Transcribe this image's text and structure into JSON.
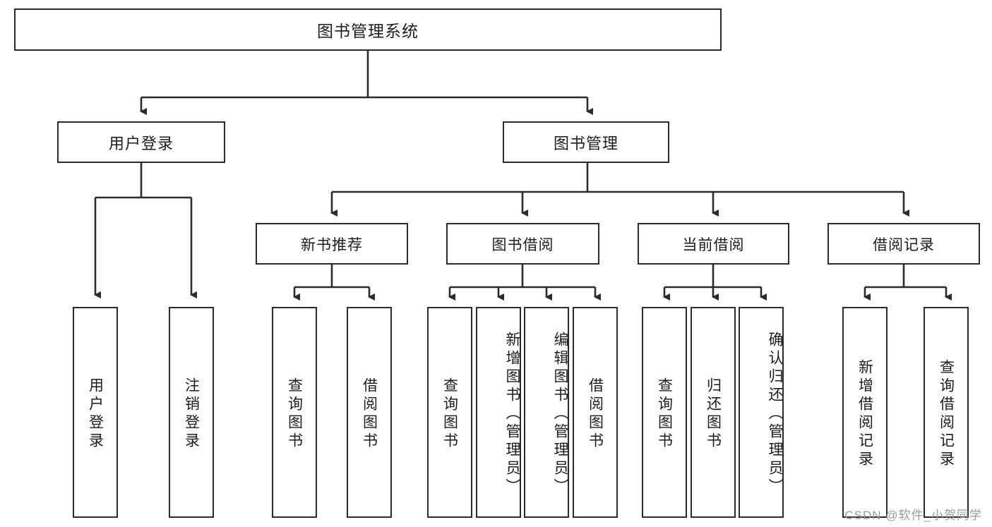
{
  "diagram": {
    "type": "tree",
    "title": "图书管理系统",
    "watermark": "CSDN @软件_小贺同学",
    "colors": {
      "box_border": "#2b2b2b",
      "box_fill": "#ffffff",
      "connector": "#2b2b2b",
      "background": "#ffffff",
      "watermark": "#9a9a9a"
    },
    "levels": {
      "level1": [
        "图书管理系统"
      ],
      "level2": [
        "用户登录",
        "图书管理"
      ],
      "level3": [
        "新书推荐",
        "图书借阅",
        "当前借阅",
        "借阅记录"
      ],
      "level4": [
        "用户登录",
        "注销登录",
        "查询图书",
        "借阅图书",
        "查询图书",
        "新增图书（管理员）",
        "编辑图书（管理员）",
        "借阅图书",
        "查询图书",
        "归还图书",
        "确认归还（管理员）",
        "新增借阅记录",
        "查询借阅记录"
      ]
    },
    "nodes": {
      "root": {
        "label": "图书管理系统"
      },
      "user_login": {
        "label": "用户登录"
      },
      "book_mgmt": {
        "label": "图书管理"
      },
      "new_book_rec": {
        "label": "新书推荐"
      },
      "book_borrow": {
        "label": "图书借阅"
      },
      "current_borrow": {
        "label": "当前借阅"
      },
      "borrow_record": {
        "label": "借阅记录"
      },
      "leaf_user_login": {
        "label": "用户登录"
      },
      "leaf_logout": {
        "label": "注销登录"
      },
      "leaf_query_book_1": {
        "label": "查询图书"
      },
      "leaf_borrow_book_1": {
        "label": "借阅图书"
      },
      "leaf_query_book_2": {
        "label": "查询图书"
      },
      "leaf_add_book": {
        "label": "新增图书（管理员）"
      },
      "leaf_edit_book": {
        "label": "编辑图书（管理员）"
      },
      "leaf_borrow_book_2": {
        "label": "借阅图书"
      },
      "leaf_query_book_3": {
        "label": "查询图书"
      },
      "leaf_return_book": {
        "label": "归还图书"
      },
      "leaf_confirm_return": {
        "label": "确认归还（管理员）"
      },
      "leaf_add_record": {
        "label": "新增借阅记录"
      },
      "leaf_query_record": {
        "label": "查询借阅记录"
      }
    },
    "edges": [
      {
        "from": "root",
        "to": "user_login"
      },
      {
        "from": "root",
        "to": "book_mgmt"
      },
      {
        "from": "user_login",
        "to": "leaf_user_login"
      },
      {
        "from": "user_login",
        "to": "leaf_logout"
      },
      {
        "from": "book_mgmt",
        "to": "new_book_rec"
      },
      {
        "from": "book_mgmt",
        "to": "book_borrow"
      },
      {
        "from": "book_mgmt",
        "to": "current_borrow"
      },
      {
        "from": "book_mgmt",
        "to": "borrow_record"
      },
      {
        "from": "new_book_rec",
        "to": "leaf_query_book_1"
      },
      {
        "from": "new_book_rec",
        "to": "leaf_borrow_book_1"
      },
      {
        "from": "book_borrow",
        "to": "leaf_query_book_2"
      },
      {
        "from": "book_borrow",
        "to": "leaf_add_book"
      },
      {
        "from": "book_borrow",
        "to": "leaf_edit_book"
      },
      {
        "from": "book_borrow",
        "to": "leaf_borrow_book_2"
      },
      {
        "from": "current_borrow",
        "to": "leaf_query_book_3"
      },
      {
        "from": "current_borrow",
        "to": "leaf_return_book"
      },
      {
        "from": "current_borrow",
        "to": "leaf_confirm_return"
      },
      {
        "from": "borrow_record",
        "to": "leaf_add_record"
      },
      {
        "from": "borrow_record",
        "to": "leaf_query_record"
      }
    ]
  }
}
